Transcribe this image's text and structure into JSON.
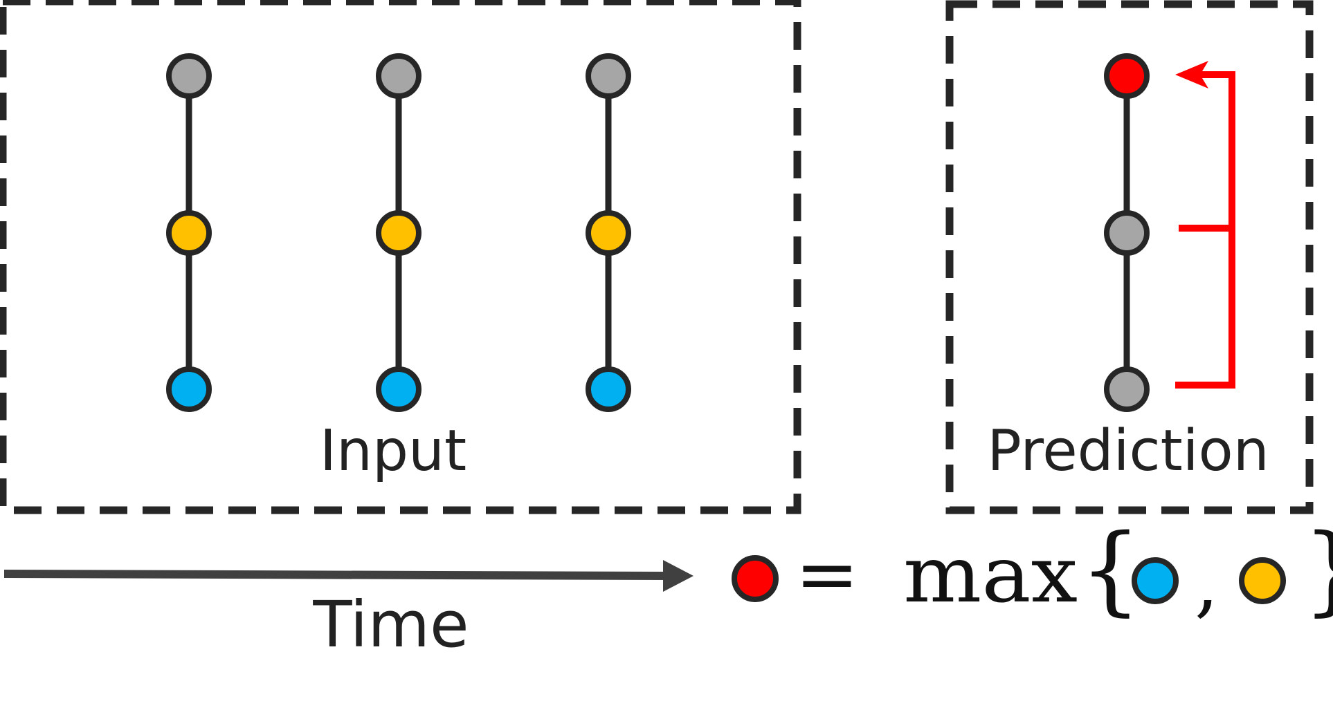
{
  "labels": {
    "input": "Input",
    "prediction": "Prediction",
    "time": "Time"
  },
  "equation": {
    "equals": "=",
    "func": "max",
    "open_brace": "{",
    "comma": ",",
    "close_brace": "}",
    "result_node": "red",
    "args": [
      "blue",
      "yellow"
    ]
  },
  "colors": {
    "gray": "#a6a6a6",
    "yellow": "#ffc000",
    "blue": "#00b0f0",
    "red": "#ff0000",
    "stroke": "#262626",
    "dash": "#262626",
    "arrow_red": "#ff0000",
    "time_arrow": "#404040"
  },
  "input_panel": {
    "graphs": [
      {
        "nodes": [
          "gray",
          "yellow",
          "blue"
        ]
      },
      {
        "nodes": [
          "gray",
          "yellow",
          "blue"
        ]
      },
      {
        "nodes": [
          "gray",
          "yellow",
          "blue"
        ]
      }
    ]
  },
  "prediction_panel": {
    "nodes": [
      "red",
      "gray",
      "gray"
    ]
  }
}
